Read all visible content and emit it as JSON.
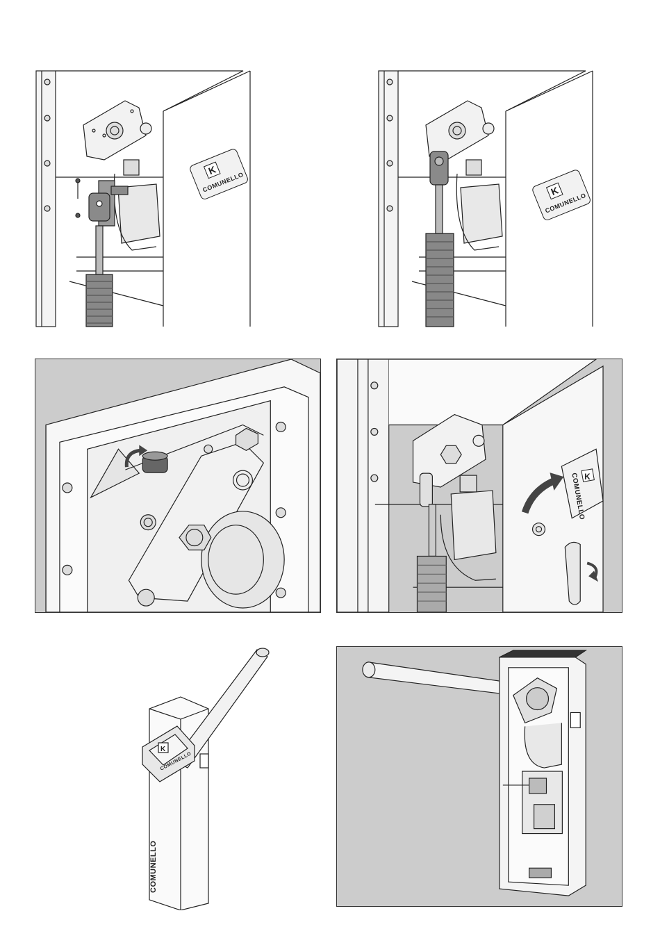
{
  "document": {
    "brand": {
      "logo_letter": "K",
      "name": "COMUNELLO"
    },
    "colors": {
      "background": "#ffffff",
      "grey_bg": "#cccccc",
      "line": "#222222",
      "panel_fill": "#f2f2f2",
      "dark": "#555555"
    },
    "figures": [
      {
        "id": "step-1",
        "icons": [
          "bolt-icon",
          "nut-icon",
          "clevis-icon",
          "brand-plate-icon"
        ]
      },
      {
        "id": "step-2",
        "icons": [
          "clevis-mounted-icon",
          "brand-plate-icon"
        ]
      },
      {
        "id": "step-3",
        "icons": [
          "rotate-arrow-icon",
          "adjustment-nut-icon"
        ]
      },
      {
        "id": "step-4",
        "icons": [
          "open-arrow-icon",
          "rotate-arrow-icon",
          "handle-icon",
          "brand-plate-icon"
        ]
      },
      {
        "id": "step-5",
        "icons": [
          "barrier-cabinet-icon",
          "barrier-arm-icon",
          "brand-plate-icon"
        ]
      },
      {
        "id": "step-6",
        "icons": [
          "barrier-cabinet-open-icon",
          "control-board-icon",
          "barrier-arm-icon"
        ]
      }
    ]
  }
}
